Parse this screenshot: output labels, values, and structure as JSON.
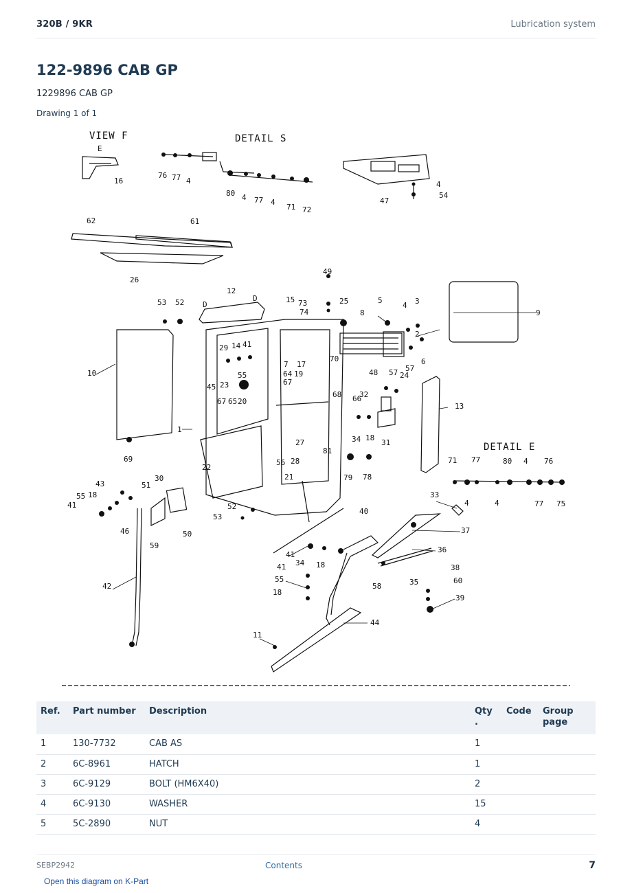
{
  "header": {
    "model": "320B  /  9KR",
    "section": "Lubrication system"
  },
  "title": "122-9896 CAB GP",
  "subtitle": "1229896 CAB GP",
  "drawing_label": "Drawing 1 of 1",
  "diagram": {
    "view_labels": [
      "VIEW F",
      "DETAIL S",
      "DETAIL E"
    ],
    "sub_letters": [
      "E",
      "D",
      "D"
    ],
    "callouts": [
      "16",
      "76",
      "77",
      "4",
      "80",
      "4",
      "77",
      "4",
      "71",
      "72",
      "47",
      "4",
      "54",
      "62",
      "61",
      "26",
      "49",
      "12",
      "15",
      "73",
      "74",
      "25",
      "5",
      "4",
      "3",
      "8",
      "2",
      "9",
      "53",
      "52",
      "29",
      "14",
      "41",
      "7",
      "17",
      "70",
      "6",
      "57",
      "10",
      "55",
      "64",
      "19",
      "67",
      "48",
      "57",
      "24",
      "45",
      "23",
      "67",
      "65",
      "20",
      "68",
      "32",
      "66",
      "13",
      "1",
      "34",
      "18",
      "31",
      "69",
      "27",
      "81",
      "56",
      "28",
      "22",
      "21",
      "79",
      "78",
      "71",
      "77",
      "80",
      "4",
      "76",
      "43",
      "51",
      "30",
      "55",
      "18",
      "41",
      "46",
      "50",
      "59",
      "33",
      "4",
      "4",
      "77",
      "75",
      "52",
      "53",
      "40",
      "37",
      "41",
      "34",
      "18",
      "36",
      "41",
      "55",
      "58",
      "38",
      "35",
      "60",
      "18",
      "39",
      "42",
      "11",
      "44"
    ]
  },
  "table": {
    "headers": {
      "ref": "Ref.",
      "part_number": "Part number",
      "description": "Description",
      "qty": "Qty\n.",
      "code": "Code",
      "group_page": "Group page"
    },
    "rows": [
      {
        "ref": "1",
        "part_number": "130-7732",
        "description": "CAB AS",
        "qty": "1",
        "code": "",
        "group_page": ""
      },
      {
        "ref": "2",
        "part_number": "6C-8961",
        "description": "HATCH",
        "qty": "1",
        "code": "",
        "group_page": ""
      },
      {
        "ref": "3",
        "part_number": "6C-9129",
        "description": "BOLT (HM6X40)",
        "qty": "2",
        "code": "",
        "group_page": ""
      },
      {
        "ref": "4",
        "part_number": "6C-9130",
        "description": "WASHER",
        "qty": "15",
        "code": "",
        "group_page": ""
      },
      {
        "ref": "5",
        "part_number": "5C-2890",
        "description": "NUT",
        "qty": "4",
        "code": "",
        "group_page": ""
      }
    ]
  },
  "footer": {
    "doc_id": "SEBP2942",
    "contents_link": "Contents",
    "page_number": "7"
  },
  "kpart_link": "Open this diagram on K-Part"
}
